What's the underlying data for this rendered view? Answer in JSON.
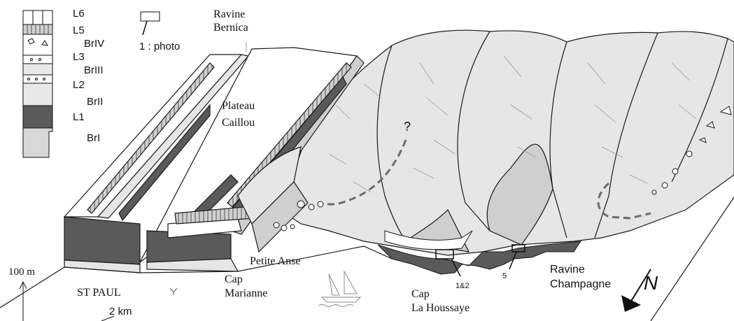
{
  "colors": {
    "dark_layer": "#5a5a5a",
    "light_fill": "#e6e6e6",
    "mid_fill": "#cfcfcf",
    "white": "#ffffff",
    "line": "#1a1a1a",
    "dash": "#6a6a6a",
    "hatch": "#8c8c8c"
  },
  "legend": {
    "column_icon": "stratigraphic-column",
    "layers": [
      {
        "label": "L6"
      },
      {
        "label": "L5",
        "unit": "BrIV"
      },
      {
        "label": "L3",
        "unit": "BrIII"
      },
      {
        "label": "L2",
        "unit": "BrII"
      },
      {
        "label": "L1",
        "unit": "BrI"
      }
    ],
    "photo_marker": {
      "text": "1 : photo"
    }
  },
  "labels": {
    "ravine_bernica": [
      "Ravine",
      "Bernica"
    ],
    "plateau_caillou": [
      "Plateau",
      "Caillou"
    ],
    "petite_anse": "Petite Anse",
    "cap_marianne": [
      "Cap",
      "Marianne"
    ],
    "st_paul": "ST PAUL",
    "cap_la_houssaye": [
      "Cap",
      "La Houssaye"
    ],
    "ravine_champagne": [
      "Ravine",
      "Champagne"
    ],
    "question_mark": "?",
    "photo_1_2": "1&2",
    "photo_5": "5",
    "north": "N",
    "scale_vertical": "100 m",
    "scale_horizontal": "2 km"
  }
}
